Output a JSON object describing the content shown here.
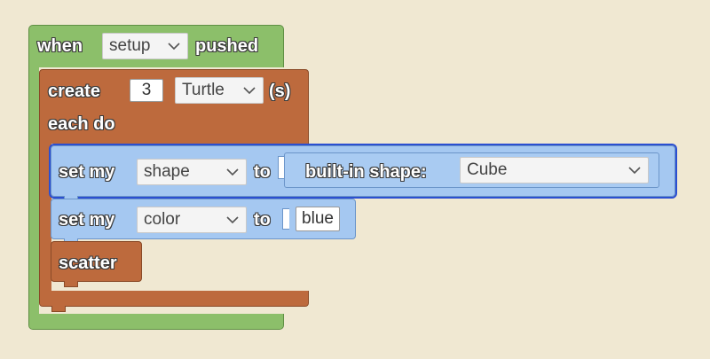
{
  "colors": {
    "event_block": "#8cbf6a",
    "control_block": "#bd6a3d",
    "looks_block": "#a5c8f1",
    "workspace": "#f0e8d2",
    "selection_outline": "#2b4fd1"
  },
  "when_block": {
    "prefix": "when",
    "event_value": "setup",
    "suffix": "pushed"
  },
  "create_block": {
    "prefix": "create",
    "count": "3",
    "breed_value": "Turtle",
    "suffix": "(s)",
    "body_label": "each do"
  },
  "set_shape_block": {
    "prefix": "set my",
    "property_value": "shape",
    "to_label": "to",
    "shape_label": "built-in shape:",
    "shape_value": "Cube"
  },
  "set_color_block": {
    "prefix": "set my",
    "property_value": "color",
    "to_label": "to",
    "color_value": "blue"
  },
  "scatter_block": {
    "label": "scatter"
  },
  "icons": {
    "dropdown": "chevron-down-icon"
  }
}
